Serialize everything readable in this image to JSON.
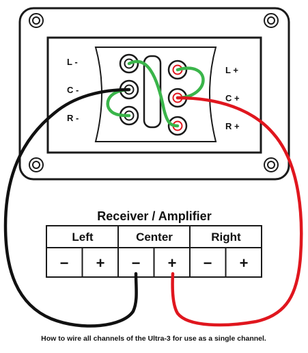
{
  "terminal_plate": {
    "left_labels": [
      "L -",
      "C -",
      "R -"
    ],
    "right_labels": [
      "L +",
      "C +",
      "R +"
    ]
  },
  "amplifier": {
    "title": "Receiver / Amplifier",
    "channels": [
      "Left",
      "Center",
      "Right"
    ],
    "terminal_signs": [
      "−",
      "+",
      "−",
      "+",
      "−",
      "+"
    ]
  },
  "caption": "How to wire all channels of the Ultra-3 for use as a single channel.",
  "colors": {
    "black_wire": "#111111",
    "red_wire": "#e0161e",
    "green_jumper": "#3ab54a",
    "outline": "#1a1a1a"
  },
  "icons": [
    "screw-icon",
    "binding-post-icon"
  ]
}
